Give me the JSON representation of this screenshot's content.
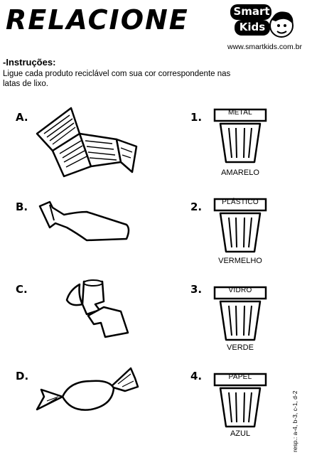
{
  "header": {
    "title": "RELACIONE",
    "logo_line1": "Smart",
    "logo_line2": "Kids",
    "website": "www.smartkids.com.br"
  },
  "instructions": {
    "heading": "-Instruções:",
    "line1": "Ligue cada produto reciclável com sua cor correspondente nas",
    "line2": "latas de lixo."
  },
  "items": [
    {
      "letter": "A.",
      "icon": "newspaper-icon"
    },
    {
      "letter": "B.",
      "icon": "bottle-icon"
    },
    {
      "letter": "C.",
      "icon": "can-icon"
    },
    {
      "letter": "D.",
      "icon": "candy-wrapper-icon"
    }
  ],
  "bins": [
    {
      "number": "1.",
      "label": "METAL",
      "color": "AMARELO"
    },
    {
      "number": "2.",
      "label": "PLÁSTICO",
      "color": "VERMELHO"
    },
    {
      "number": "3.",
      "label": "VIDRO",
      "color": "VERDE"
    },
    {
      "number": "4.",
      "label": "PAPEL",
      "color": "AZUL"
    }
  ],
  "answer_key": "resp.: a-4, b-3, c-1, d-2"
}
